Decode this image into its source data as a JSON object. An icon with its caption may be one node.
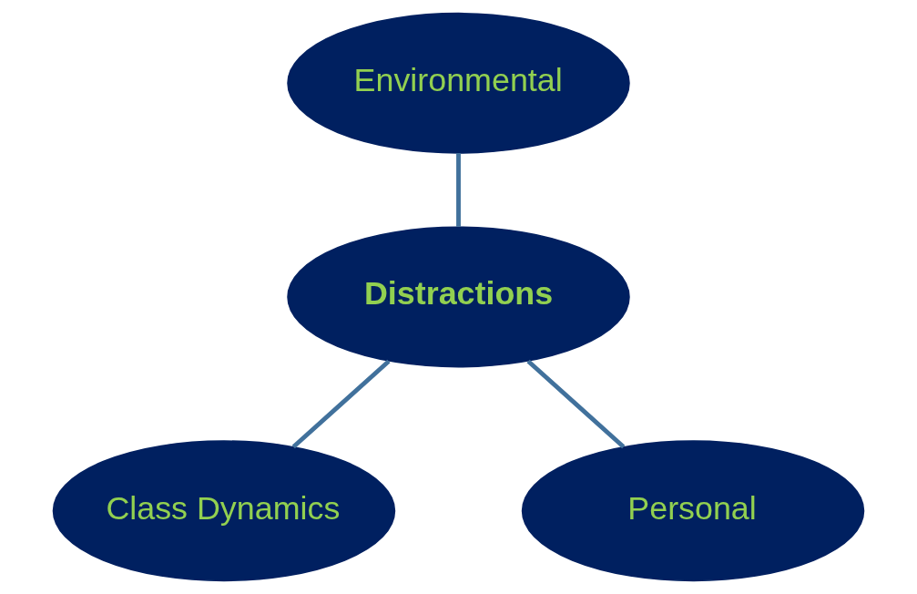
{
  "diagram": {
    "nodes": [
      {
        "text": [
          "Environmental"
        ]
      },
      {
        "text": [
          "Distractions"
        ]
      },
      {
        "text": [
          "Class Dynamics"
        ]
      },
      {
        "text": [
          "Personal"
        ]
      }
    ],
    "edges": [
      {
        "from": 0,
        "to": 1,
        "arrow": "none"
      },
      {
        "from": 1,
        "to": 2,
        "arrow": "none"
      },
      {
        "from": 1,
        "to": 3,
        "arrow": "none"
      }
    ]
  }
}
